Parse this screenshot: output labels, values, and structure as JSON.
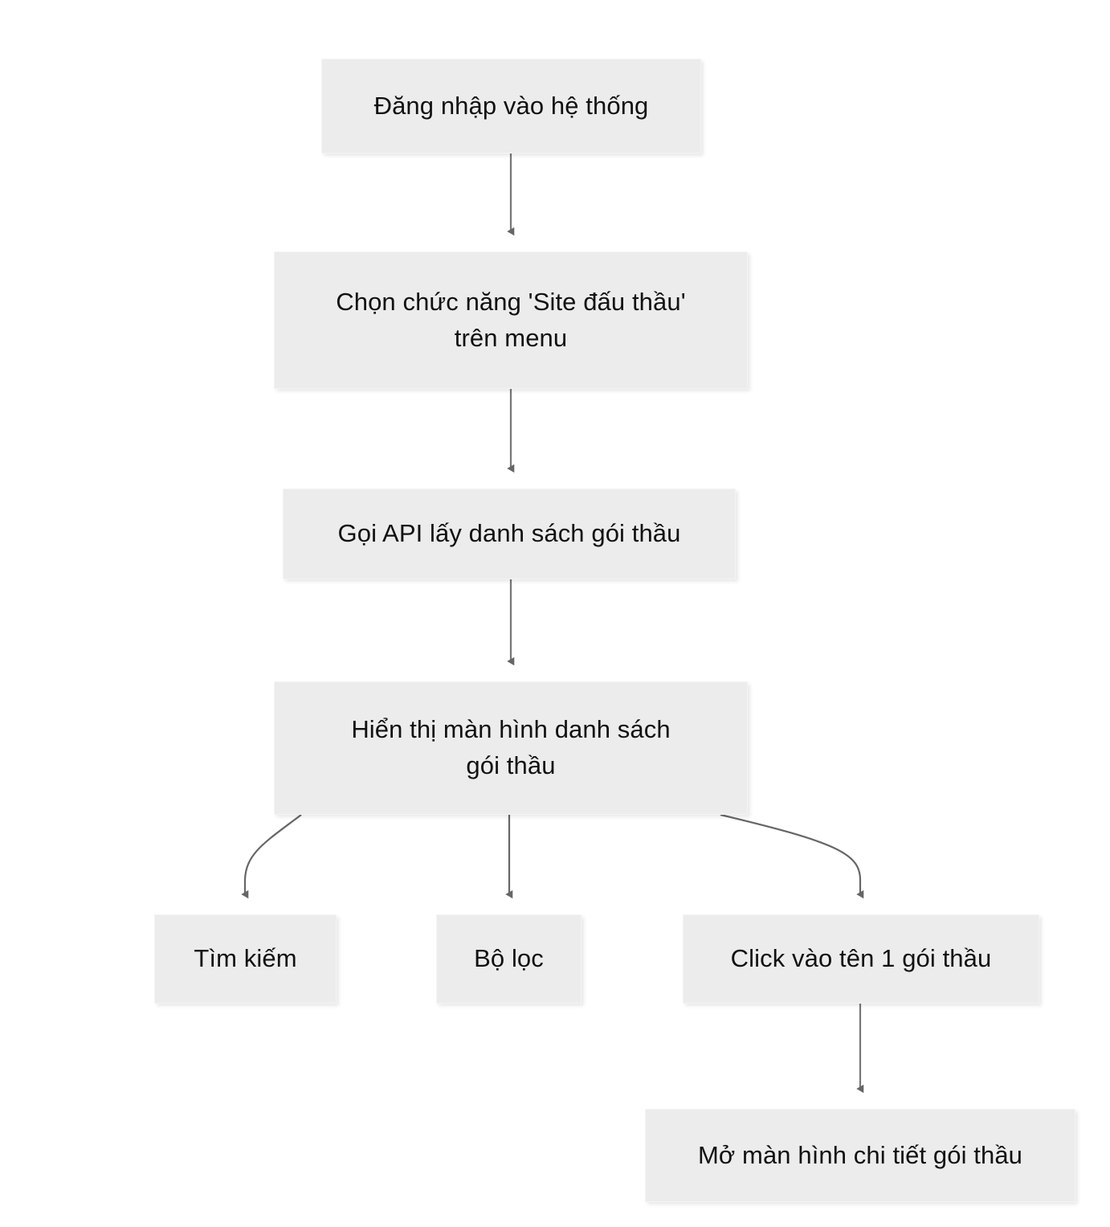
{
  "diagram": {
    "type": "flowchart",
    "direction": "top-to-bottom",
    "title": "",
    "background_color": "#ffffff",
    "node_fill_color": "#ececec",
    "node_border_color": "#f4f4f4",
    "edge_color": "#666666",
    "text_color": "#111111",
    "nodes": [
      {
        "id": "login",
        "label": "Đăng nhập vào hệ thống"
      },
      {
        "id": "select_fn",
        "label": "Chọn chức năng 'Site đấu thầu'\ntrên menu"
      },
      {
        "id": "call_api",
        "label": "Gọi API lấy danh sách gói thầu"
      },
      {
        "id": "show_list",
        "label": "Hiển thị màn hình danh sách\ngói thầu"
      },
      {
        "id": "search",
        "label": "Tìm kiếm"
      },
      {
        "id": "filter",
        "label": "Bộ lọc"
      },
      {
        "id": "click_name",
        "label": "Click vào tên 1 gói thầu"
      },
      {
        "id": "detail",
        "label": "Mở màn hình chi tiết gói thầu"
      }
    ],
    "edges": [
      {
        "id": "e1",
        "from": "login",
        "to": "select_fn",
        "label": "",
        "arrowhead": "solid-triangle"
      },
      {
        "id": "e2",
        "from": "select_fn",
        "to": "call_api",
        "label": "",
        "arrowhead": "solid-triangle"
      },
      {
        "id": "e3",
        "from": "call_api",
        "to": "show_list",
        "label": "",
        "arrowhead": "solid-triangle"
      },
      {
        "id": "e4",
        "from": "show_list",
        "to": "search",
        "label": "",
        "arrowhead": "solid-triangle"
      },
      {
        "id": "e5",
        "from": "show_list",
        "to": "filter",
        "label": "",
        "arrowhead": "solid-triangle"
      },
      {
        "id": "e6",
        "from": "show_list",
        "to": "click_name",
        "label": "",
        "arrowhead": "solid-triangle"
      },
      {
        "id": "e7",
        "from": "click_name",
        "to": "detail",
        "label": "",
        "arrowhead": "solid-triangle"
      }
    ]
  }
}
